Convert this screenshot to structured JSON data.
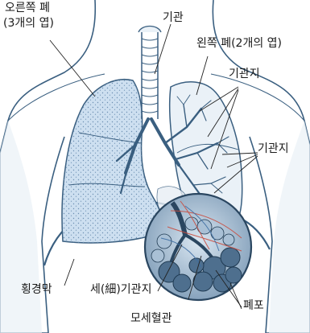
{
  "labels": {
    "right_lung_line1": "오른쪽 폐",
    "right_lung_line2": "(3개의 엽)",
    "trachea": "기관",
    "left_lung": "왼쪽 폐(2개의 엽)",
    "bronchus_upper": "기관지",
    "bronchus_lower": "기관지",
    "diaphragm": "횡경막",
    "bronchiole": "세(細)기관지",
    "alveoli": "폐포",
    "capillary": "모세혈관"
  },
  "colors": {
    "outline": "#3a5f80",
    "skin": "#eaf1f7",
    "lung_fill": "#cddff0",
    "lung_dot": "#6d8fb2",
    "leader": "#222222",
    "inset_dark": "#3f5f7c"
  }
}
